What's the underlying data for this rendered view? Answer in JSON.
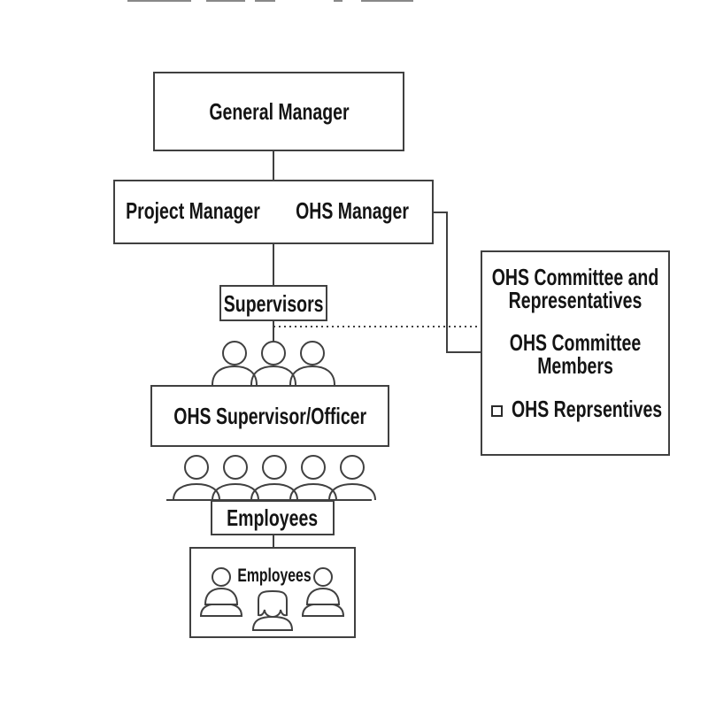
{
  "colors": {
    "line": "#404040",
    "text": "#141414",
    "background": "#ffffff"
  },
  "nodes": {
    "general_manager": "General Manager",
    "project_manager": "Project Manager",
    "ohs_manager": "OHS Manager",
    "supervisors": "Supervisors",
    "ohs_supervisor_officer": "OHS Supervisor/Officer",
    "employees": "Employees",
    "employees_group": "Employees",
    "committee_title": "OHS Committee and Representatives",
    "committee_members": "OHS Committee Members",
    "ohs_representatives": "OHS Reprsentives"
  },
  "icons": {
    "supervisor_group": "three-person-group-icon",
    "employee_group": "five-person-group-icon",
    "employees_box_left": "person-icon",
    "employees_box_center": "female-person-icon",
    "employees_box_right": "person-icon",
    "representatives_bullet": "square-bullet-icon"
  }
}
